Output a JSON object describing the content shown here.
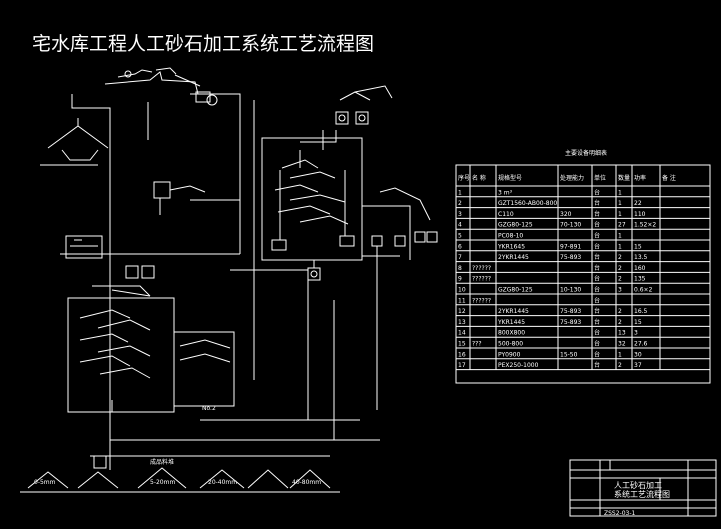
{
  "drawing": {
    "title": "宅水库工程人工砂石加工系统工艺流程图"
  },
  "equipment_table": {
    "title": "主要设备明细表",
    "headers": [
      "序号",
      "名 称",
      "规格型号",
      "处理能力",
      "单位",
      "数量",
      "功率",
      "备 注"
    ],
    "rows": [
      {
        "no": "1",
        "name": "",
        "model": "3 m³",
        "cap": "",
        "unit": "台",
        "qty": "1",
        "power": "",
        "note": ""
      },
      {
        "no": "2",
        "name": "",
        "model": "GZT1560-AB00-800",
        "cap": "",
        "unit": "台",
        "qty": "1",
        "power": "22",
        "note": ""
      },
      {
        "no": "3",
        "name": "",
        "model": "C110",
        "cap": "320",
        "unit": "台",
        "qty": "1",
        "power": "110",
        "note": ""
      },
      {
        "no": "4",
        "name": "",
        "model": "GZG80-125",
        "cap": "70-130",
        "unit": "台",
        "qty": "27",
        "power": "1.52×2",
        "note": ""
      },
      {
        "no": "5",
        "name": "",
        "model": "PC08-10",
        "cap": "",
        "unit": "台",
        "qty": "1",
        "power": "",
        "note": ""
      },
      {
        "no": "6",
        "name": "",
        "model": "YKR1645",
        "cap": "97-891",
        "unit": "台",
        "qty": "1",
        "power": "15",
        "note": ""
      },
      {
        "no": "7",
        "name": "",
        "model": "2YKR1445",
        "cap": "75-893",
        "unit": "台",
        "qty": "2",
        "power": "13.5",
        "note": ""
      },
      {
        "no": "8",
        "name": "??????",
        "model": "",
        "cap": "",
        "unit": "台",
        "qty": "2",
        "power": "160",
        "note": ""
      },
      {
        "no": "9",
        "name": "??????",
        "model": "",
        "cap": "",
        "unit": "台",
        "qty": "2",
        "power": "135",
        "note": ""
      },
      {
        "no": "10",
        "name": "",
        "model": "GZG80-125",
        "cap": "10-130",
        "unit": "台",
        "qty": "3",
        "power": "0.6×2",
        "note": ""
      },
      {
        "no": "11",
        "name": "??????",
        "model": "",
        "cap": "",
        "unit": "台",
        "qty": "",
        "power": "",
        "note": ""
      },
      {
        "no": "12",
        "name": "",
        "model": "2YKR1445",
        "cap": "75-893",
        "unit": "台",
        "qty": "2",
        "power": "16.5",
        "note": ""
      },
      {
        "no": "13",
        "name": "",
        "model": "YKR1445",
        "cap": "75-893",
        "unit": "台",
        "qty": "2",
        "power": "15",
        "note": ""
      },
      {
        "no": "14",
        "name": "",
        "model": "800X800",
        "cap": "",
        "unit": "台",
        "qty": "13",
        "power": "3",
        "note": ""
      },
      {
        "no": "15",
        "name": "???",
        "model": "500-800",
        "cap": "",
        "unit": "台",
        "qty": "32",
        "power": "27.6",
        "note": ""
      },
      {
        "no": "16",
        "name": "",
        "model": "PY0900",
        "cap": "15-50",
        "unit": "台",
        "qty": "1",
        "power": "30",
        "note": ""
      },
      {
        "no": "17",
        "name": "",
        "model": "PEX250-1000",
        "cap": "",
        "unit": "台",
        "qty": "2",
        "power": "37",
        "note": ""
      }
    ],
    "footnote": ""
  },
  "title_block": {
    "drawing_name_line1": "人工砂石加工",
    "drawing_name_line2": "系统工艺流程图",
    "sheet": "ZSS2-03-1"
  },
  "diagram_labels": {
    "screen_no": "No.2",
    "sizes": [
      "0-5mm",
      "5-20mm",
      "20-40mm",
      "40-80mm"
    ],
    "product_label": "成品料堆"
  }
}
